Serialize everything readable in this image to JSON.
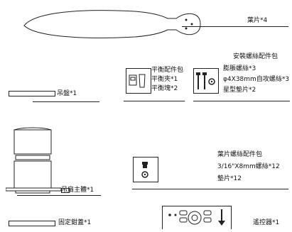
{
  "blade": {
    "label": "葉片*4"
  },
  "balance_kit": {
    "title": "平衡配件包",
    "items": [
      "平衡夾*1",
      "平衡塊*2"
    ]
  },
  "install_kit": {
    "title": "安裝螺絲配件包",
    "items": [
      "膨脹螺絲*3",
      "φ4X38mm自攻螺絲*3",
      "星型墊片*2"
    ]
  },
  "ceiling_plate": {
    "label": "吊盤*1"
  },
  "motor": {
    "label": "吊扇主體*1"
  },
  "blade_kit": {
    "title": "葉片螺絲配件包",
    "items": [
      "3/16\"X8mm螺絲*12",
      "墊片*12"
    ]
  },
  "bracket": {
    "label": "固定鉗蓋*1"
  },
  "remote": {
    "label": "遙控器*1"
  }
}
